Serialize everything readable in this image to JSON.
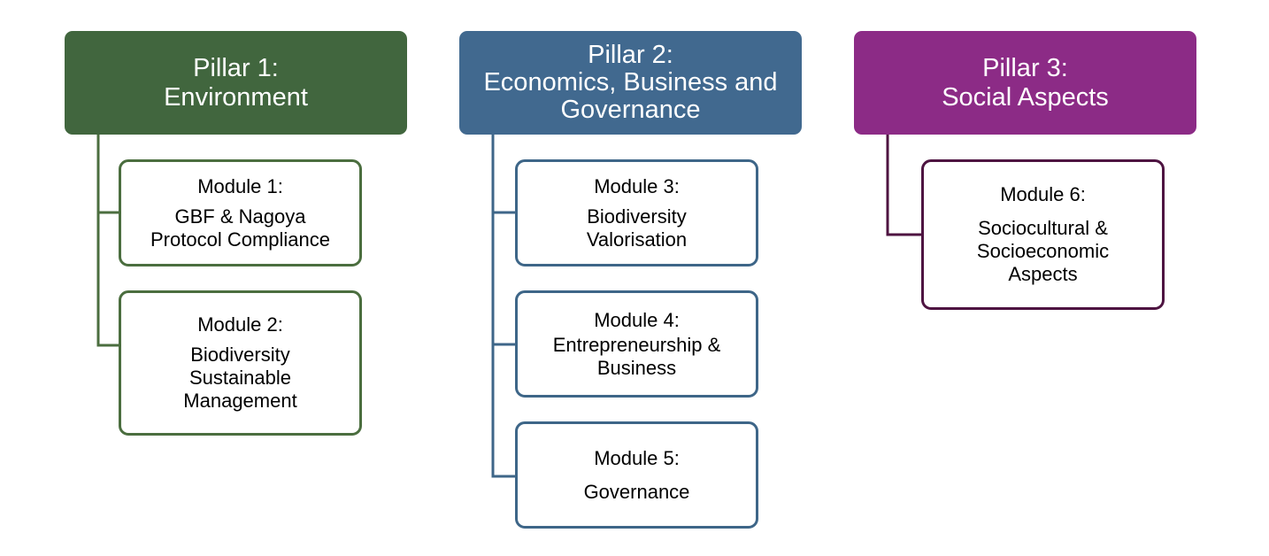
{
  "colors": {
    "pillar1": "#41663e",
    "pillar2": "#41698f",
    "pillar3": "#8c2b86",
    "pillar1_border": "#4b6e3f",
    "pillar2_border": "#3e6688",
    "pillar3_border": "#4e1441"
  },
  "pillars": [
    {
      "title": "Pillar 1:",
      "subtitle_lines": [
        "Environment"
      ],
      "modules": [
        {
          "title": "Module 1:",
          "lines": [
            "GBF & Nagoya",
            "Protocol Compliance"
          ]
        },
        {
          "title": "Module 2:",
          "lines": [
            "Biodiversity",
            "Sustainable",
            "Management"
          ]
        }
      ]
    },
    {
      "title": "Pillar 2:",
      "subtitle_lines": [
        "Economics, Business and",
        "Governance"
      ],
      "modules": [
        {
          "title": "Module 3:",
          "lines": [
            "Biodiversity",
            "Valorisation"
          ]
        },
        {
          "title": "Module 4:",
          "lines": [
            "Entrepreneurship &",
            "Business"
          ]
        },
        {
          "title": "Module 5:",
          "lines": [
            "Governance"
          ]
        }
      ]
    },
    {
      "title": "Pillar 3:",
      "subtitle_lines": [
        "Social Aspects"
      ],
      "modules": [
        {
          "title": "Module 6:",
          "lines": [
            "Sociocultural &",
            "Socioeconomic",
            "Aspects"
          ]
        }
      ]
    }
  ]
}
